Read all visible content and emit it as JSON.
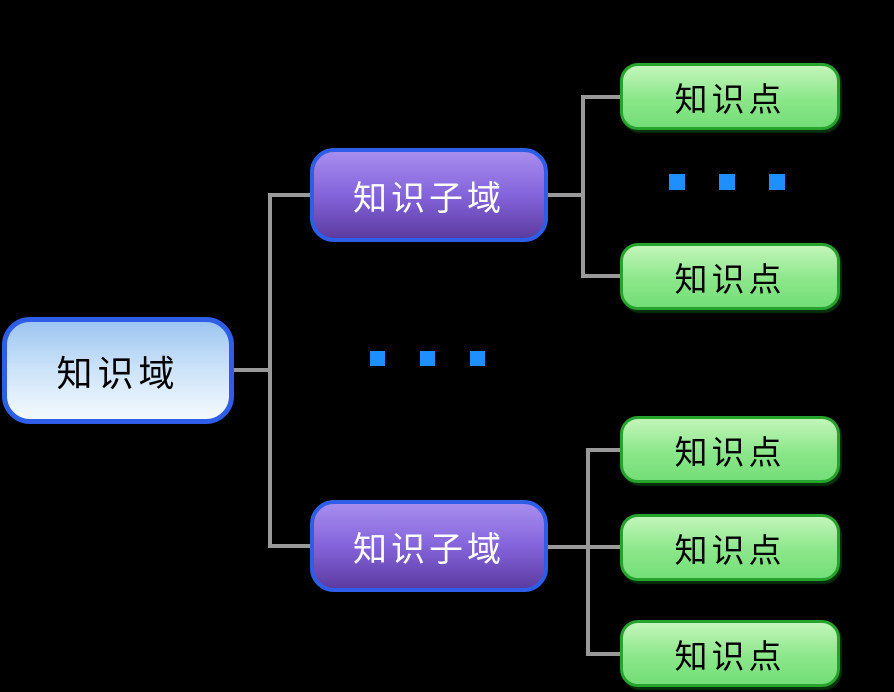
{
  "diagram": {
    "kind": "knowledge-domain-tree",
    "root": {
      "label": "知识域"
    },
    "subdomains": [
      {
        "label": "知识子域"
      },
      {
        "label": "知识子域"
      }
    ],
    "points": [
      {
        "label": "知识点"
      },
      {
        "label": "知识点"
      },
      {
        "label": "知识点"
      },
      {
        "label": "知识点"
      },
      {
        "label": "知识点"
      }
    ],
    "ellipses": [
      {
        "name": "ellipsis-between-subdomains",
        "squares": 3
      },
      {
        "name": "ellipsis-between-points",
        "squares": 3
      }
    ]
  },
  "colors": {
    "background": "#000000",
    "connector": "#999999",
    "blue_border": "#2E5DE8",
    "root_fill_top": "#9CC5F0",
    "root_fill_bottom": "#F4FAFE",
    "subdomain_fill_top": "#A78DEE",
    "subdomain_fill_bottom": "#5C3BA0",
    "point_fill_top": "#C3F5BA",
    "point_fill_bottom": "#74DE77",
    "point_border": "#26A32C",
    "ellipsis_square": "#1E8FFE",
    "root_text": "#000000",
    "subdomain_text": "#FFFFFF",
    "point_text": "#000000"
  }
}
